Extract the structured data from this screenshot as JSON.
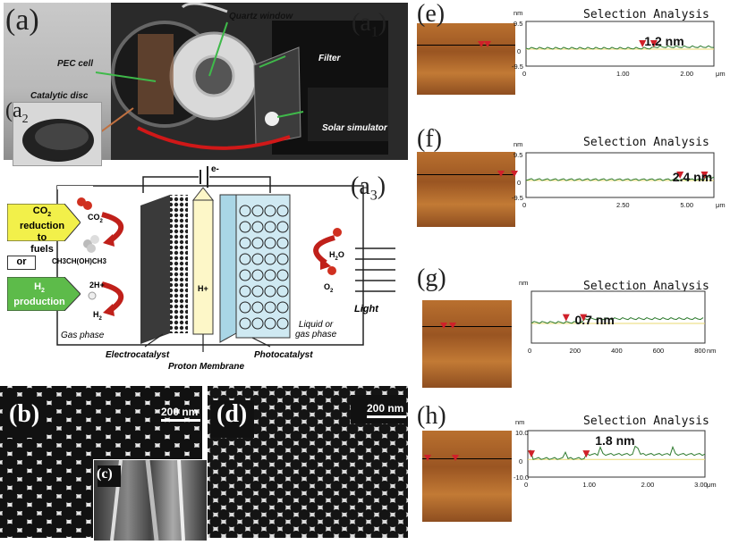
{
  "panels": {
    "a": "(a)",
    "a1": "(a",
    "a1_sub": "1",
    "a2": "(a",
    "a2_sub": "2",
    "a3": "(a",
    "a3_sub": "3",
    "b": "(b)",
    "c": "(c)",
    "d": "(d)",
    "e": "(e)",
    "f": "(f)",
    "g": "(g)",
    "h": "(h)"
  },
  "photo_labels": {
    "quartz": "Quartz window",
    "pec": "PEC cell",
    "filter": "Filter",
    "solar": "Solar simulator",
    "disc": "Catalytic disc"
  },
  "cell": {
    "electron": "e-",
    "co2_box": [
      "CO",
      "reduction to",
      "fuels"
    ],
    "co2_sub": "2",
    "or": "or",
    "h2_box": [
      "H",
      "production"
    ],
    "h2_sub": "2",
    "co2": "CO",
    "co2_mol_sub": "2",
    "alcohol": "CH3CH(OH)CH3",
    "two_h": "2H+",
    "h2": "H",
    "h2_mol_sub": "2",
    "h_plus": "H+",
    "h2o": "H",
    "h2o_sub": "2",
    "h2o_o": "O",
    "o2": "O",
    "o2_sub": "2",
    "light": "Light",
    "gas_phase": "Gas phase",
    "liquid_phase": [
      "Liquid or",
      "gas phase"
    ],
    "electrocatalyst": "Electrocatalyst",
    "photocatalyst": "Photocatalyst",
    "membrane": "Proton Membrane"
  },
  "sem": {
    "b_scale": "200 nm",
    "d_scale": "200 nm"
  },
  "afm": [
    {
      "title": "Selection Analysis",
      "unit": "nm",
      "y_top": "9.5",
      "y_mid": "0",
      "y_bot": "-9.5",
      "x_ticks": [
        "0",
        "1.00",
        "2.00"
      ],
      "x_unit": "μm",
      "value": "1.2 nm"
    },
    {
      "title": "Selection Analysis",
      "unit": "nm",
      "y_top": "9.5",
      "y_mid": "0",
      "y_bot": "-9.5",
      "x_ticks": [
        "0",
        "2.50",
        "5.00"
      ],
      "x_unit": "μm",
      "value": "2.4 nm"
    },
    {
      "title": "Selection Analysis",
      "unit": "nm",
      "y_top": "",
      "y_mid": "",
      "y_bot": "",
      "x_ticks": [
        "0",
        "200",
        "400",
        "600",
        "800"
      ],
      "x_unit": "nm",
      "value": "0.7 nm"
    },
    {
      "title": "Selection Analysis",
      "unit": "nm",
      "y_top": "10.0",
      "y_mid": "0",
      "y_bot": "-10.0",
      "x_ticks": [
        "0",
        "1.00",
        "2.00",
        "3.00"
      ],
      "x_unit": "μm",
      "value": "1.8 nm"
    }
  ],
  "colors": {
    "green_arrow": "#3fb94a",
    "yellow_box": "#f2f04a",
    "green_box": "#5dbb4a",
    "red_arrow": "#c0201a",
    "afm_bg": "#b5642a",
    "afm_line": "#2d7a2d",
    "marker": "#d0202a"
  }
}
